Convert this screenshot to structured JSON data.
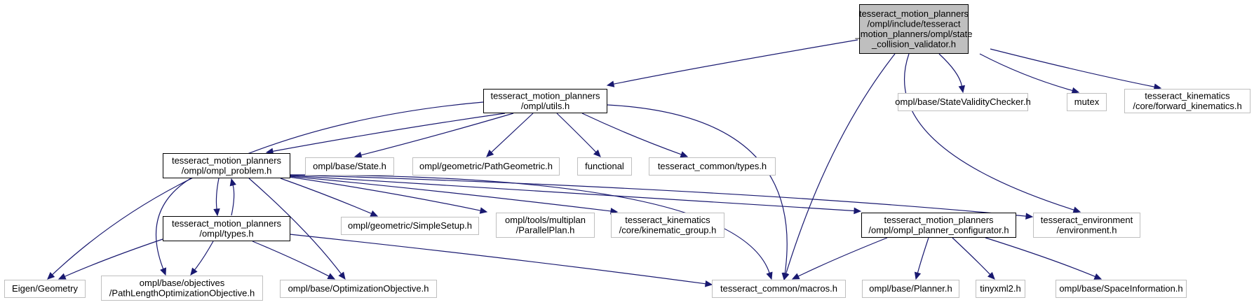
{
  "diagram": {
    "title": "",
    "colors": {
      "edge": "#191970",
      "root_fill": "#bfbfbf",
      "internal_border": "#000000",
      "external_border": "#bfbfbf"
    },
    "nodes": [
      {
        "id": "root",
        "kind": "root",
        "lines": [
          "tesseract_motion_planners",
          "/ompl/include/tesseract",
          "_motion_planners/ompl/state",
          "_collision_validator.h"
        ]
      },
      {
        "id": "utils",
        "kind": "internal",
        "lines": [
          "tesseract_motion_planners",
          "/ompl/utils.h"
        ]
      },
      {
        "id": "svc",
        "kind": "external",
        "lines": [
          "ompl/base/StateValidityChecker.h"
        ]
      },
      {
        "id": "mutex",
        "kind": "external",
        "lines": [
          "mutex"
        ]
      },
      {
        "id": "fk",
        "kind": "external",
        "lines": [
          "tesseract_kinematics",
          "/core/forward_kinematics.h"
        ]
      },
      {
        "id": "problem",
        "kind": "internal",
        "lines": [
          "tesseract_motion_planners",
          "/ompl/ompl_problem.h"
        ]
      },
      {
        "id": "state",
        "kind": "external",
        "lines": [
          "ompl/base/State.h"
        ]
      },
      {
        "id": "pathgeo",
        "kind": "external",
        "lines": [
          "ompl/geometric/PathGeometric.h"
        ]
      },
      {
        "id": "functional",
        "kind": "external",
        "lines": [
          "functional"
        ]
      },
      {
        "id": "ctypes",
        "kind": "external",
        "lines": [
          "tesseract_common/types.h"
        ]
      },
      {
        "id": "types",
        "kind": "internal",
        "lines": [
          "tesseract_motion_planners",
          "/ompl/types.h"
        ]
      },
      {
        "id": "simple",
        "kind": "external",
        "lines": [
          "ompl/geometric/SimpleSetup.h"
        ]
      },
      {
        "id": "parallel",
        "kind": "external",
        "lines": [
          "ompl/tools/multiplan",
          "/ParallelPlan.h"
        ]
      },
      {
        "id": "kingroup",
        "kind": "external",
        "lines": [
          "tesseract_kinematics",
          "/core/kinematic_group.h"
        ]
      },
      {
        "id": "configurator",
        "kind": "internal",
        "lines": [
          "tesseract_motion_planners",
          "/ompl/ompl_planner_configurator.h"
        ]
      },
      {
        "id": "env",
        "kind": "external",
        "lines": [
          "tesseract_environment",
          "/environment.h"
        ]
      },
      {
        "id": "eigen",
        "kind": "external",
        "lines": [
          "Eigen/Geometry"
        ]
      },
      {
        "id": "pathlen",
        "kind": "external",
        "lines": [
          "ompl/base/objectives",
          "/PathLengthOptimizationObjective.h"
        ]
      },
      {
        "id": "optobj",
        "kind": "external",
        "lines": [
          "ompl/base/OptimizationObjective.h"
        ]
      },
      {
        "id": "macros",
        "kind": "external",
        "lines": [
          "tesseract_common/macros.h"
        ]
      },
      {
        "id": "planner",
        "kind": "external",
        "lines": [
          "ompl/base/Planner.h"
        ]
      },
      {
        "id": "tinyxml",
        "kind": "external",
        "lines": [
          "tinyxml2.h"
        ]
      },
      {
        "id": "spaceinfo",
        "kind": "external",
        "lines": [
          "ompl/base/SpaceInformation.h"
        ]
      }
    ],
    "edges": [
      {
        "from": "root",
        "to": "utils"
      },
      {
        "from": "root",
        "to": "macros"
      },
      {
        "from": "root",
        "to": "env"
      },
      {
        "from": "root",
        "to": "svc"
      },
      {
        "from": "root",
        "to": "mutex"
      },
      {
        "from": "root",
        "to": "fk"
      },
      {
        "from": "utils",
        "to": "eigen"
      },
      {
        "from": "utils",
        "to": "problem"
      },
      {
        "from": "utils",
        "to": "state"
      },
      {
        "from": "utils",
        "to": "pathgeo"
      },
      {
        "from": "utils",
        "to": "functional"
      },
      {
        "from": "utils",
        "to": "ctypes"
      },
      {
        "from": "utils",
        "to": "macros"
      },
      {
        "from": "problem",
        "to": "types"
      },
      {
        "from": "problem",
        "to": "pathlen"
      },
      {
        "from": "problem",
        "to": "optobj"
      },
      {
        "from": "problem",
        "to": "simple"
      },
      {
        "from": "problem",
        "to": "parallel"
      },
      {
        "from": "problem",
        "to": "kingroup"
      },
      {
        "from": "problem",
        "to": "configurator"
      },
      {
        "from": "problem",
        "to": "env"
      },
      {
        "from": "problem",
        "to": "macros"
      },
      {
        "from": "types",
        "to": "problem"
      },
      {
        "from": "types",
        "to": "eigen"
      },
      {
        "from": "types",
        "to": "pathlen"
      },
      {
        "from": "types",
        "to": "optobj"
      },
      {
        "from": "types",
        "to": "macros"
      },
      {
        "from": "configurator",
        "to": "macros"
      },
      {
        "from": "configurator",
        "to": "planner"
      },
      {
        "from": "configurator",
        "to": "tinyxml"
      },
      {
        "from": "configurator",
        "to": "spaceinfo"
      }
    ]
  }
}
